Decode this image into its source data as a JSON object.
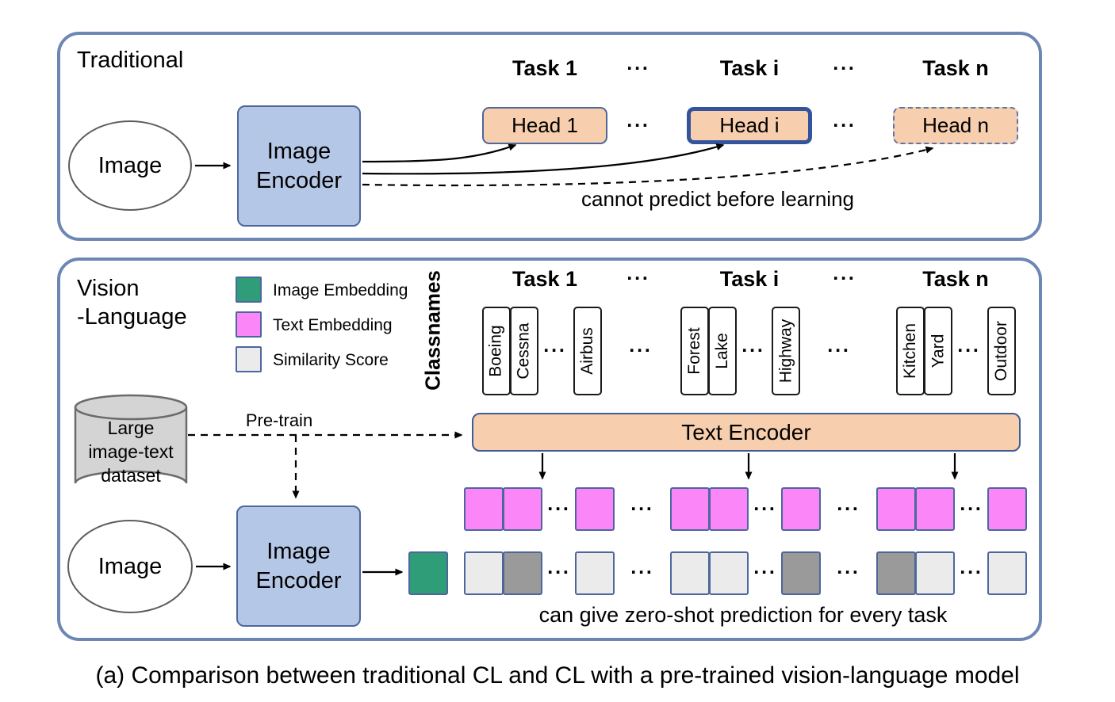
{
  "caption": "(a) Comparison between traditional CL and CL with a pre-trained vision-language model",
  "dots": "···",
  "traditional": {
    "panel_label": "Traditional",
    "image_label": "Image",
    "encoder_label": "Image Encoder",
    "task_labels": [
      "Task 1",
      "Task i",
      "Task n"
    ],
    "head_labels": [
      "Head 1",
      "Head i",
      "Head n"
    ],
    "annotation": "cannot predict before learning"
  },
  "vision_language": {
    "panel_label_lines": [
      "Vision",
      "-Language"
    ],
    "legend": [
      {
        "name": "image-embedding",
        "label": "Image Embedding",
        "color": "#2f9e78"
      },
      {
        "name": "text-embedding",
        "label": "Text Embedding",
        "color": "#fa86f8"
      },
      {
        "name": "similarity-score",
        "label": "Similarity Score",
        "color": "#ebebeb"
      }
    ],
    "classnames_label": "Classnames",
    "task_labels": [
      "Task 1",
      "Task i",
      "Task n"
    ],
    "tasks": [
      {
        "classnames_pair": [
          "Boeing",
          "Cessna"
        ],
        "classname_last": "Airbus"
      },
      {
        "classnames_pair": [
          "Forest",
          "Lake"
        ],
        "classname_last": "Highway"
      },
      {
        "classnames_pair": [
          "Kitchen",
          "Yard"
        ],
        "classname_last": "Outdoor"
      }
    ],
    "dataset_lines": [
      "Large",
      "image-text",
      "dataset"
    ],
    "pretrain_label": "Pre-train",
    "text_encoder_label": "Text Encoder",
    "image_label": "Image",
    "encoder_label": "Image Encoder",
    "annotation": "can give zero-shot prediction for every task",
    "embedding_rows": {
      "text_pattern": [
        [
          "pink",
          "pink"
        ],
        [
          "pink"
        ],
        [
          "pink",
          "pink"
        ],
        [
          "pink"
        ],
        [
          "pink",
          "pink"
        ],
        [
          "pink"
        ]
      ],
      "similarity_pattern": [
        [
          "light",
          "dark"
        ],
        [
          "light"
        ],
        [
          "light",
          "light"
        ],
        [
          "dark"
        ],
        [
          "dark",
          "light"
        ],
        [
          "light"
        ]
      ]
    }
  },
  "colors": {
    "pink": "#fa86f8",
    "green": "#2f9e78",
    "light": "#ebebeb",
    "dark": "#9a9a9a",
    "peach": "#f8cfae",
    "encoder_blue": "#b5c7e6",
    "panel_border": "#6d87b5",
    "cell_border": "#4d679c"
  }
}
